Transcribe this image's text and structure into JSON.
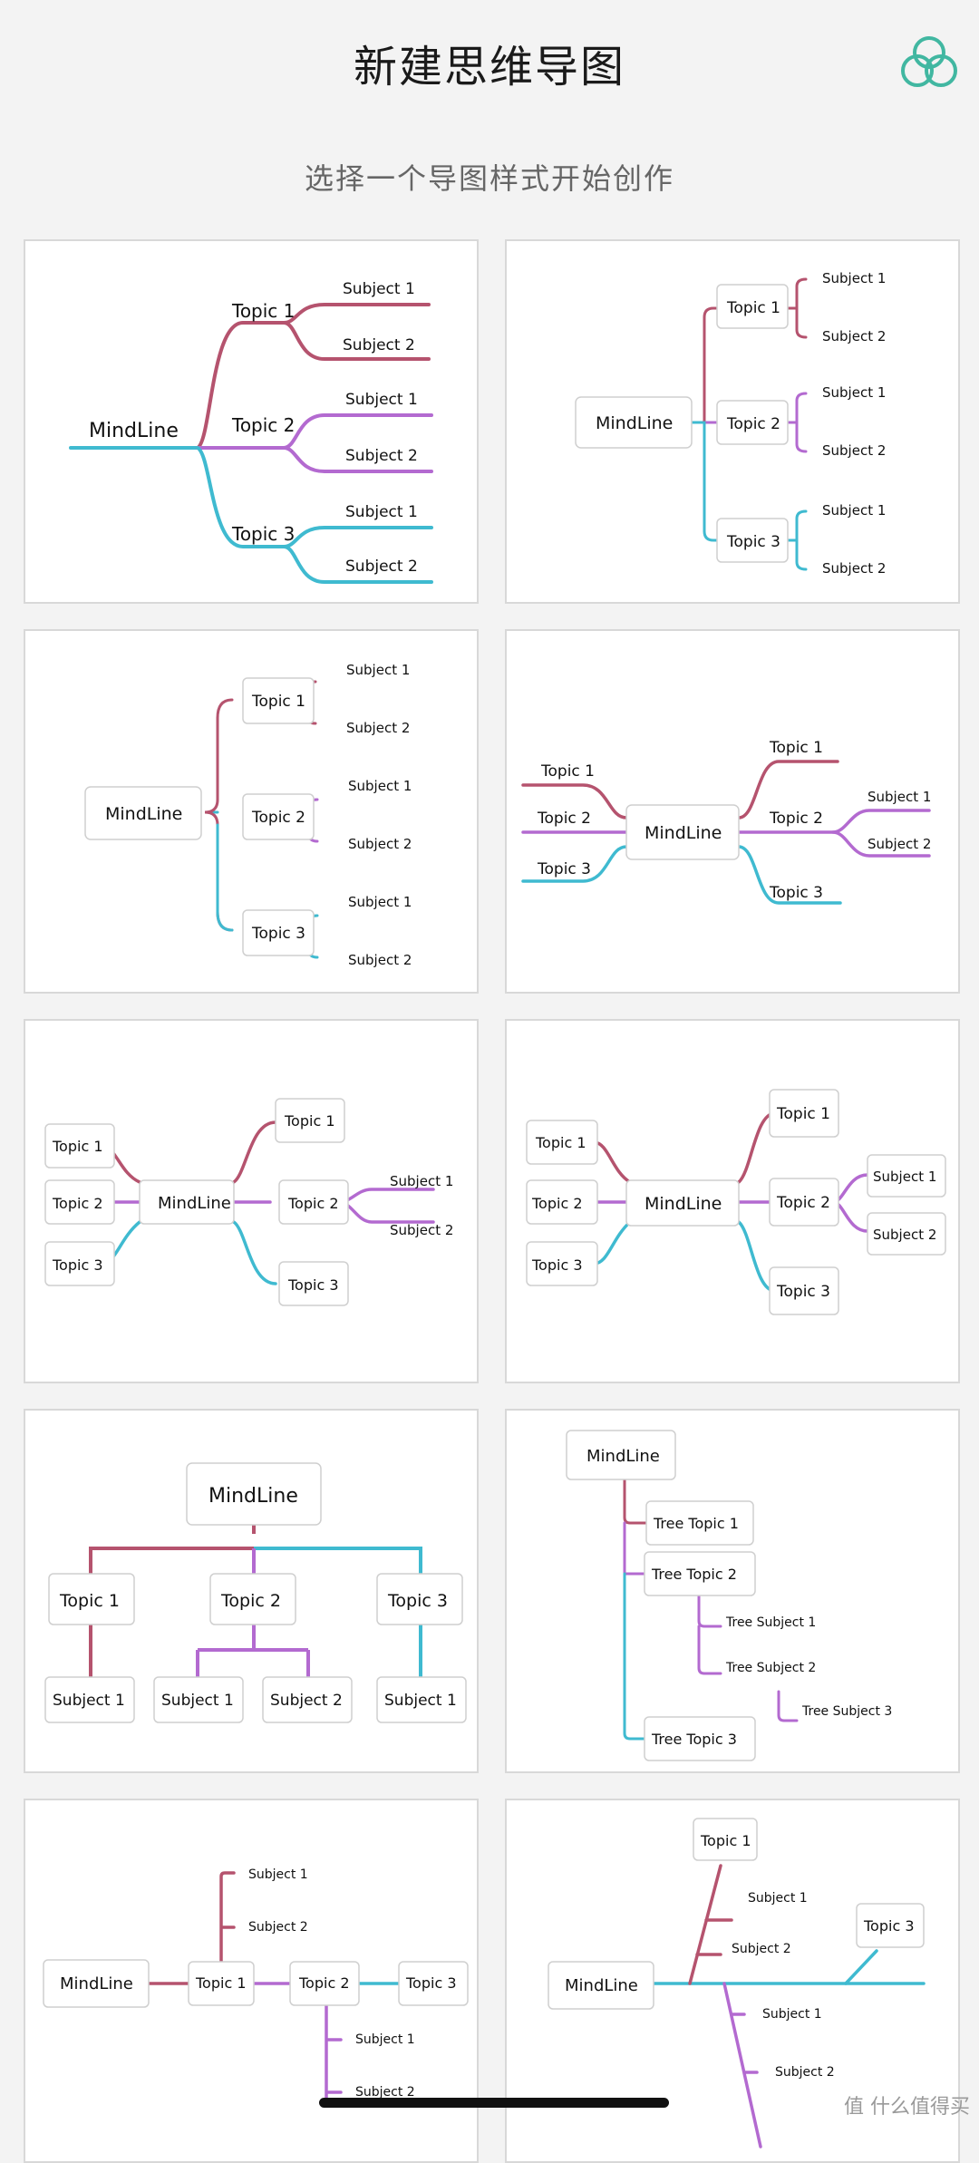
{
  "header": {
    "title": "新建思维导图",
    "logo_icon": "three-circles-icon"
  },
  "subtitle": "选择一个导图样式开始创作",
  "colors": {
    "red": "#b5536e",
    "purple": "#b36ad0",
    "cyan": "#3fbad0",
    "logo": "#41b7a1"
  },
  "templates": {
    "t1": {
      "root": "MindLine",
      "topic1": "Topic 1",
      "topic2": "Topic 2",
      "topic3": "Topic 3",
      "sub1": "Subject 1",
      "sub2": "Subject 2"
    },
    "t2": {
      "root": "MindLine",
      "topic1": "Topic 1",
      "topic2": "Topic 2",
      "topic3": "Topic 3",
      "sub1": "Subject 1",
      "sub2": "Subject 2"
    },
    "t3": {
      "root": "MindLine",
      "topic1": "Topic 1",
      "topic2": "Topic 2",
      "topic3": "Topic 3",
      "sub1": "Subject 1",
      "sub2": "Subject 2"
    },
    "t4": {
      "root": "MindLine",
      "topic1": "Topic 1",
      "topic2": "Topic 2",
      "topic3": "Topic 3",
      "sub1": "Subject 1",
      "sub2": "Subject 2"
    },
    "t5": {
      "root": "MindLine",
      "topic1": "Topic 1",
      "topic2": "Topic 2",
      "topic3": "Topic 3",
      "sub1": "Subject 1",
      "sub2": "Subject 2"
    },
    "t6": {
      "root": "MindLine",
      "topic1": "Topic 1",
      "topic2": "Topic 2",
      "topic3": "Topic 3",
      "sub1": "Subject 1",
      "sub2": "Subject 2"
    },
    "t7": {
      "root": "MindLine",
      "topic1": "Topic 1",
      "topic2": "Topic 2",
      "topic3": "Topic 3",
      "sub1": "Subject 1",
      "sub2": "Subject 2"
    },
    "t8": {
      "root": "MindLine",
      "topic1": "Tree Topic 1",
      "topic2": "Tree Topic 2",
      "topic3": "Tree Topic 3",
      "sub1": "Tree Subject 1",
      "sub2": "Tree Subject 2",
      "sub3": "Tree Subject 3"
    },
    "t9": {
      "root": "MindLine",
      "topic1": "Topic 1",
      "topic2": "Topic 2",
      "topic3": "Topic 3",
      "sub1": "Subject 1",
      "sub2": "Subject 2"
    },
    "t10": {
      "root": "MindLine",
      "topic1": "Topic 1",
      "topic3": "Topic 3",
      "sub1": "Subject 1",
      "sub2": "Subject 2"
    }
  },
  "watermark": "值 什么值得买"
}
